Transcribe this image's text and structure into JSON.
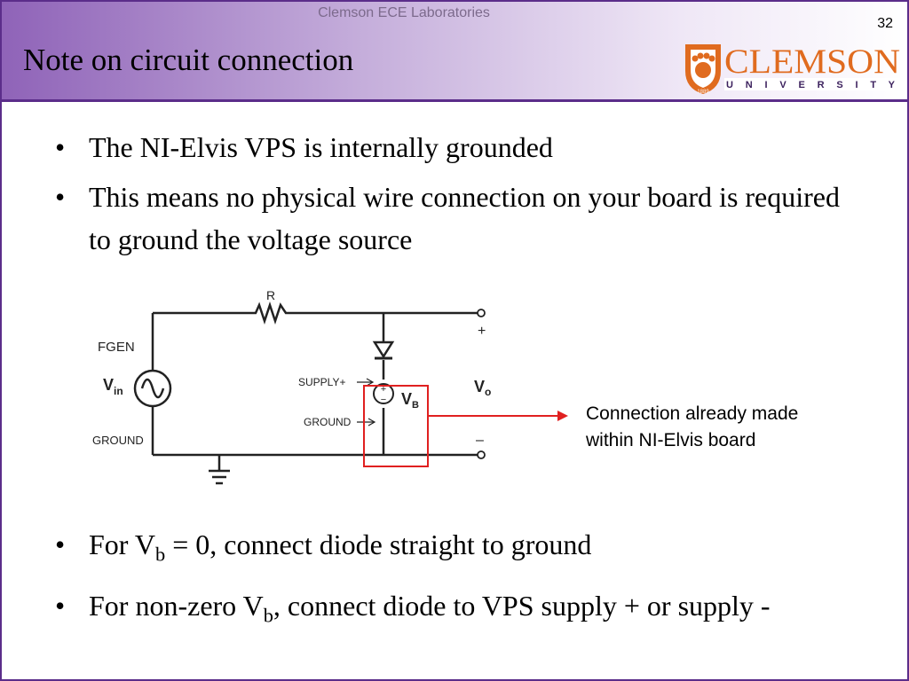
{
  "header": {
    "lab_name": "Clemson ECE Laboratories",
    "slide_number": "32",
    "title": "Note on circuit connection",
    "logo": {
      "name": "CLEMSON",
      "sub": "U N I V E R S I T Y",
      "year": "1889",
      "brand_color": "#e06b1f"
    }
  },
  "bullets_top": [
    "The NI-Elvis VPS is internally grounded",
    "This means no physical wire connection on your board is required to ground the voltage source"
  ],
  "circuit": {
    "resistor_label": "R",
    "fgen_label": "FGEN",
    "vin_label": "V",
    "vin_sub": "in",
    "ground_left_label": "GROUND",
    "supply_label": "SUPPLY+",
    "ground_label": "GROUND",
    "vb_label": "V",
    "vb_sub": "B",
    "vo_label": "V",
    "vo_sub": "o",
    "plus_label": "+",
    "minus_label": "–",
    "source_plus": "+",
    "source_minus": "−",
    "highlight_color": "#e02020"
  },
  "note": {
    "line1": "Connection already made",
    "line2": "within NI-Elvis board"
  },
  "bullets_bottom": {
    "b1_pre": "For V",
    "b1_sub": "b",
    "b1_post": " = 0, connect diode straight to ground",
    "b2_pre": "For non-zero V",
    "b2_sub": "b",
    "b2_post": ", connect diode to VPS supply + or supply -"
  },
  "bullet_symbol": "•"
}
